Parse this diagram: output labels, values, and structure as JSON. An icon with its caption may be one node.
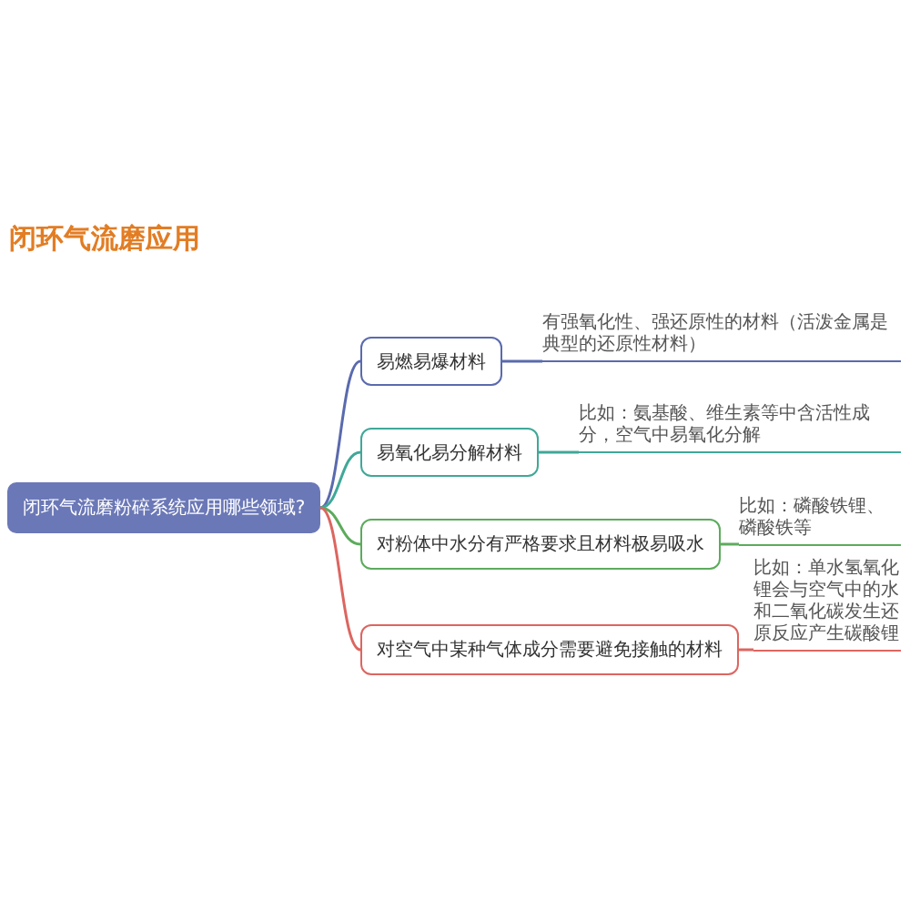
{
  "diagram": {
    "title": "闭环气流磨应用",
    "nodes": [
      {
        "text": [
          "闭环气流磨粉碎系统应用哪些领域?"
        ]
      },
      {
        "text": [
          "易燃易爆材料"
        ]
      },
      {
        "text": [
          "有强氧化性、强还原性的材料（活泼金属是典型的还原性材料）"
        ]
      },
      {
        "text": [
          "易氧化易分解材料"
        ]
      },
      {
        "text": [
          "比如：氨基酸、维生素等中含活性成分，空气中易氧化分解"
        ]
      },
      {
        "text": [
          "对粉体中水分有严格要求且材料极易吸水"
        ]
      },
      {
        "text": [
          "比如：磷酸铁锂、磷酸铁等"
        ]
      },
      {
        "text": [
          "对空气中某种气体成分需要避免接触的材料"
        ]
      },
      {
        "text": [
          "比如：单水氢氧化锂会与空气中的水和二氧化碳发生还原反应产生碳酸锂"
        ]
      }
    ],
    "edges": [
      {
        "from": 0,
        "to": 1,
        "arrow": "none",
        "color": "#5a6aae"
      },
      {
        "from": 1,
        "to": 2,
        "arrow": "none",
        "color": "#5a6aae"
      },
      {
        "from": 0,
        "to": 3,
        "arrow": "none",
        "color": "#3fa898"
      },
      {
        "from": 3,
        "to": 4,
        "arrow": "none",
        "color": "#3fa898"
      },
      {
        "from": 0,
        "to": 5,
        "arrow": "none",
        "color": "#5cab5c"
      },
      {
        "from": 5,
        "to": 6,
        "arrow": "none",
        "color": "#5cab5c"
      },
      {
        "from": 0,
        "to": 7,
        "arrow": "none",
        "color": "#dc6660"
      },
      {
        "from": 7,
        "to": 8,
        "arrow": "none",
        "color": "#dc6660"
      }
    ]
  }
}
